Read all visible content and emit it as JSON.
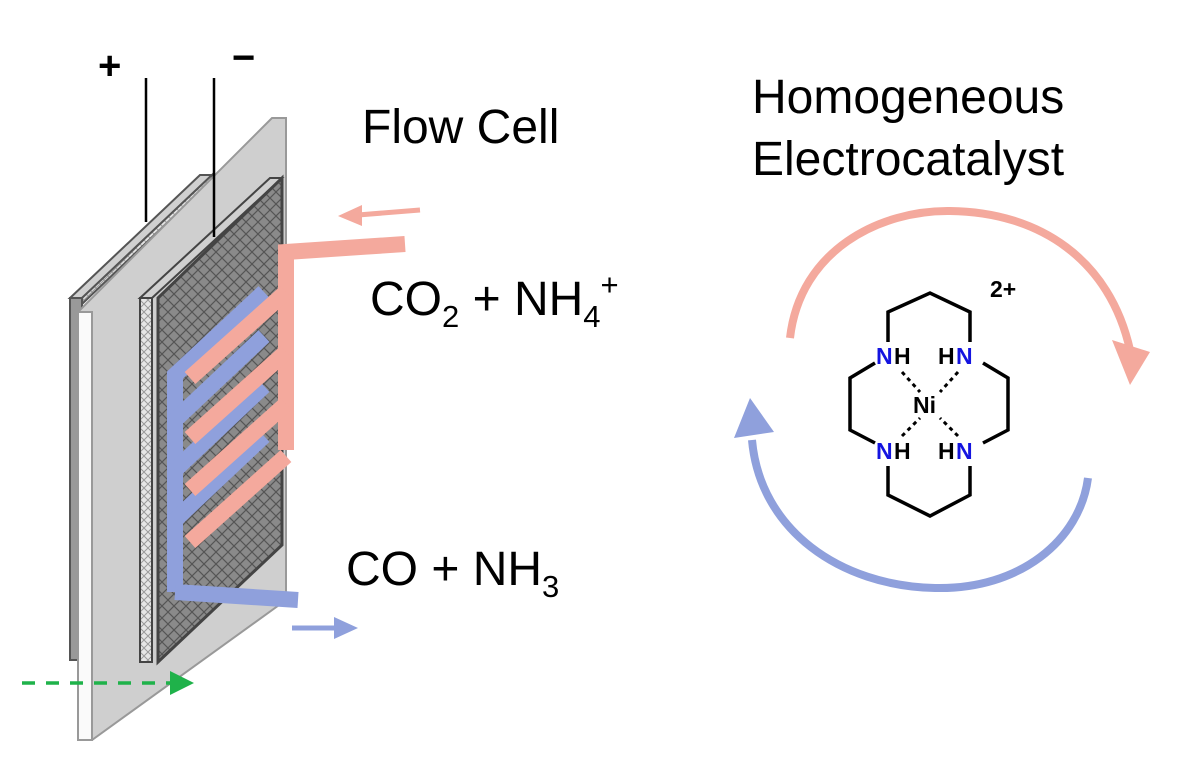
{
  "terminals": {
    "plus": "+",
    "minus": "−"
  },
  "flow_cell": {
    "title": "Flow Cell"
  },
  "catalyst": {
    "title_line1": "Homogeneous",
    "title_line2": "Electrocatalyst"
  },
  "reactants": {
    "base": "CO",
    "sub1": "2",
    "plus": "+ NH",
    "sub2": "4",
    "sup": "+"
  },
  "products": {
    "base": "CO + NH",
    "sub": "3"
  },
  "complex": {
    "charge": "2+",
    "metal": "Ni",
    "n_label": "N",
    "h_label": "H"
  },
  "colors": {
    "inlet": "#f4a99d",
    "outlet": "#8fa0dc",
    "membrane_arrow": "#1fb24a",
    "nitrogen": "#1414e0",
    "plate": "#cccccc",
    "electrode": "#777777"
  }
}
